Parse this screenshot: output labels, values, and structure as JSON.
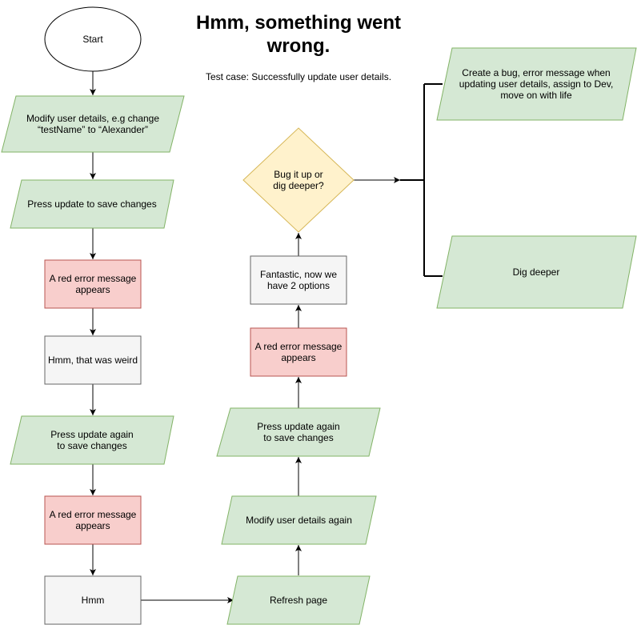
{
  "title": "Hmm, something went\nwrong.",
  "subtitle": "Test case: Successfully update user details.",
  "colors": {
    "green_fill": "#d5e8d4",
    "green_stroke": "#82b366",
    "red_fill": "#f8cecc",
    "red_stroke": "#b85450",
    "gray_fill": "#f5f5f5",
    "gray_stroke": "#666666",
    "yellow_fill": "#fff2cc",
    "yellow_stroke": "#d6b656",
    "line": "#000000"
  },
  "nodes": {
    "start": "Start",
    "modify": "Modify user details, e.g change\n“testName” to “Alexander”",
    "press_update": "Press update to save changes",
    "error_1": "A red error message\nappears",
    "weird": "Hmm, that was weird",
    "press_again": "Press update again\nto save changes",
    "error_2": "A red error message\nappears",
    "hmm": "Hmm",
    "refresh": "Refresh page",
    "modify_again": "Modify user details again",
    "press_again_2": "Press update again\nto save changes",
    "error_3": "A red error message\nappears",
    "fantastic": "Fantastic, now we\nhave 2 options",
    "decision": "Bug it up or\ndig deeper?",
    "create_bug": "Create a bug, error message when\nupdating user details, assign to Dev,\nmove on with life",
    "dig_deeper": "Dig deeper"
  }
}
